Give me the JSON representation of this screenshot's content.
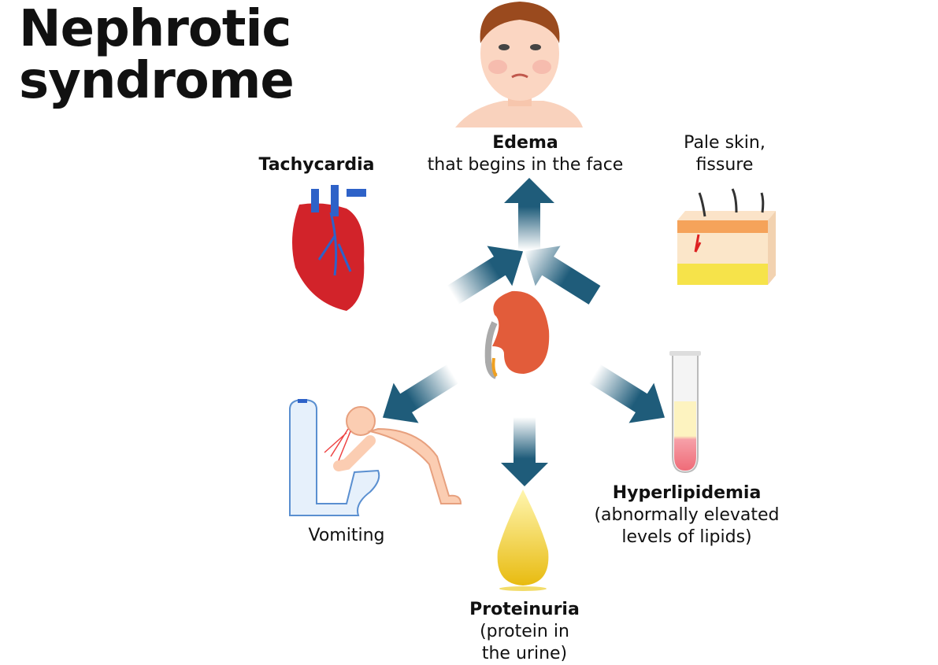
{
  "title": {
    "line1": "Nephrotic",
    "line2": "syndrome"
  },
  "arrow_color": "#1f5c7a",
  "symptoms": {
    "edema": {
      "title": "Edema",
      "desc": "that begins in the face"
    },
    "tachycardia": {
      "title": "Tachycardia"
    },
    "pale_skin": {
      "line1": "Pale skin,",
      "line2": "fissure"
    },
    "vomiting": {
      "title": "Vomiting"
    },
    "proteinuria": {
      "title": "Proteinuria",
      "line1": "(protein in",
      "line2": "the urine)"
    },
    "hyperlipidemia": {
      "title": "Hyperlipidemia",
      "line1": "(abnormally elevated",
      "line2": "levels of lipids)"
    }
  }
}
